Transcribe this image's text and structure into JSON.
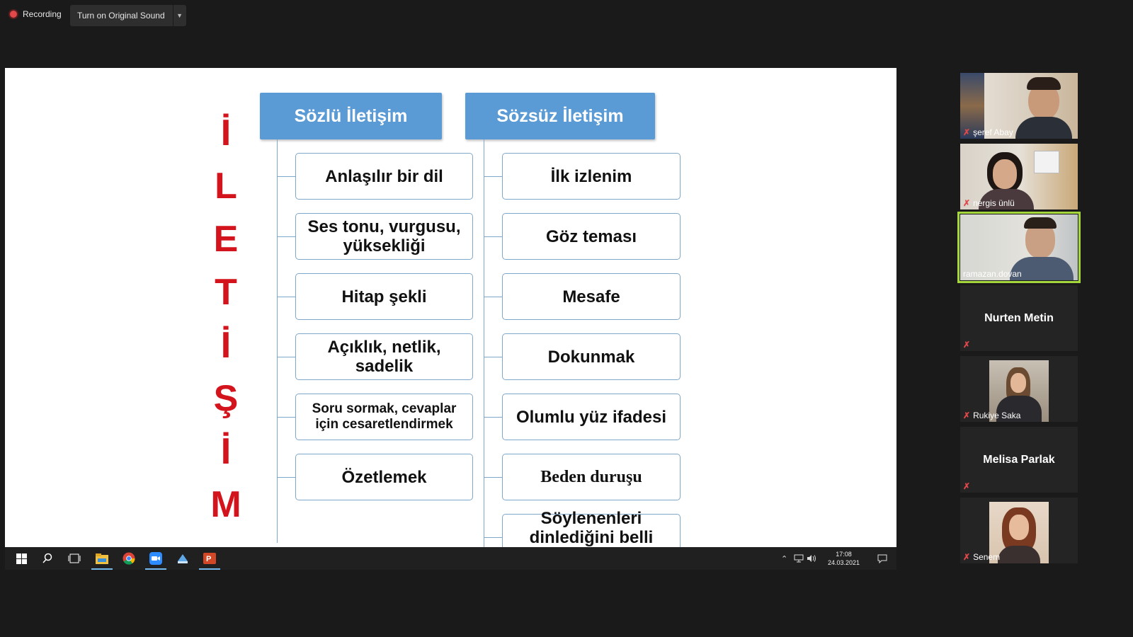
{
  "toolbar": {
    "recording_label": "Recording",
    "original_sound_label": "Turn on Original Sound"
  },
  "slide": {
    "vertical_word": [
      "İ",
      "L",
      "E",
      "T",
      "İ",
      "Ş",
      "İ",
      "M"
    ],
    "headers": {
      "verbal": "Sözlü İletişim",
      "nonverbal": "Sözsüz İletişim"
    },
    "verbal_items": [
      {
        "line1": "Anlaşılır bir dil",
        "line2": ""
      },
      {
        "line1": "Ses tonu, vurgusu,",
        "line2": "yüksekliği"
      },
      {
        "line1": "Hitap şekli",
        "line2": ""
      },
      {
        "line1": "Açıklık, netlik,",
        "line2": "sadelik"
      },
      {
        "line1": "Soru sormak, cevaplar",
        "line2": "için cesaretlendirmek"
      },
      {
        "line1": "Özetlemek",
        "line2": ""
      }
    ],
    "nonverbal_items": [
      {
        "line1": "İlk izlenim",
        "line2": ""
      },
      {
        "line1": "Göz teması",
        "line2": ""
      },
      {
        "line1": "Mesafe",
        "line2": ""
      },
      {
        "line1": "Dokunmak",
        "line2": ""
      },
      {
        "line1": "Olumlu yüz ifadesi",
        "line2": ""
      },
      {
        "line1": "Beden duruşu",
        "line2": ""
      },
      {
        "line1": "Söylenenleri",
        "line2": "dinlediğini belli etmek"
      }
    ]
  },
  "taskbar": {
    "icons": [
      "windows-start-icon",
      "search-icon",
      "task-view-icon",
      "file-explorer-icon",
      "chrome-icon",
      "zoom-icon",
      "app-icon",
      "powerpoint-icon"
    ],
    "clock_time": "17:08",
    "clock_date": "24.03.2021"
  },
  "participants": [
    {
      "name": "şeref Abay",
      "video": true,
      "active": false
    },
    {
      "name": "nergis ünlü",
      "video": true,
      "active": false
    },
    {
      "name": "ramazan.dovan",
      "video": true,
      "active": true
    },
    {
      "name": "Nurten Metin",
      "video": false,
      "active": false
    },
    {
      "name": "Rukiye Saka",
      "video": true,
      "active": false
    },
    {
      "name": "Melisa Parlak",
      "video": false,
      "active": false
    },
    {
      "name": "Senem",
      "video": true,
      "active": false
    }
  ],
  "colors": {
    "header_blue": "#5b9bd5",
    "vertical_word_red": "#d4141c",
    "active_speaker_border": "#a5d63c",
    "muted_red": "#e0484a"
  }
}
